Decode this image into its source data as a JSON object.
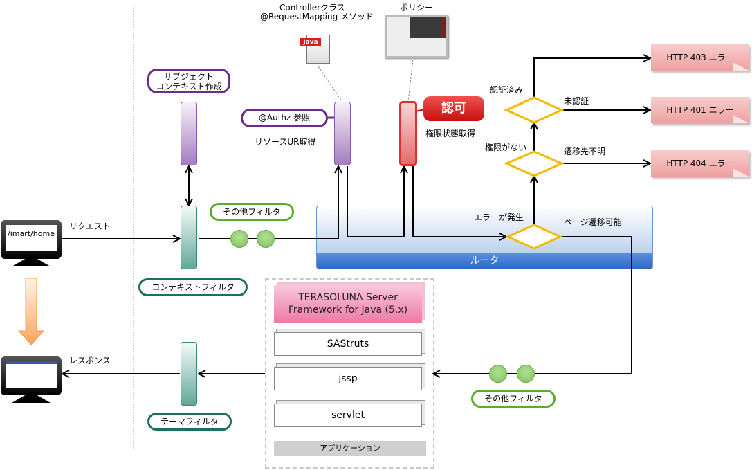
{
  "top_labels": {
    "controller_line1": "Controllerクラス",
    "controller_line2": "@RequestMapping メソッド",
    "policy": "ポリシー",
    "java_tag": "java"
  },
  "pills": {
    "subject_line1": "サブジェクト",
    "subject_line2": "コンテキスト作成",
    "authz_ref": "@Authz 参照",
    "other_filter_top": "その他フィルタ",
    "context_filter": "コンテキストフィルタ",
    "theme_filter": "テーマフィルタ",
    "other_filter_bottom": "その他フィルタ"
  },
  "labels": {
    "resource_uri": "リソースUR取得",
    "permission_state": "権限状態取得",
    "authenticated": "認証済み",
    "unauthenticated": "未認証",
    "no_permission": "権限がない",
    "unknown_destination": "遷移先不明",
    "error_occurred": "エラーが発生",
    "page_transition_ok": "ページ遷移可能",
    "request": "リクエスト",
    "response": "レスポンス"
  },
  "authorization_badge": "認可",
  "router_label": "ルータ",
  "errors": [
    {
      "label": "HTTP 403 エラー"
    },
    {
      "label": "HTTP 401 エラー"
    },
    {
      "label": "HTTP 404 エラー"
    }
  ],
  "client": {
    "request_url": "/imart/home"
  },
  "application": {
    "framework_line1": "TERASOLUNA Server",
    "framework_line2": "Framework for Java (5.x)",
    "layers": [
      "SAStruts",
      "jssp",
      "servlet"
    ],
    "label": "アプリケーション"
  },
  "colors": {
    "authz_red": "#d93030",
    "decision_yellow": "#f5b800",
    "router_blue": "#2f68c8",
    "filter_green": "#5aac2c",
    "filter_teal": "#1d6f5f",
    "subject_purple": "#6a2d8a"
  }
}
